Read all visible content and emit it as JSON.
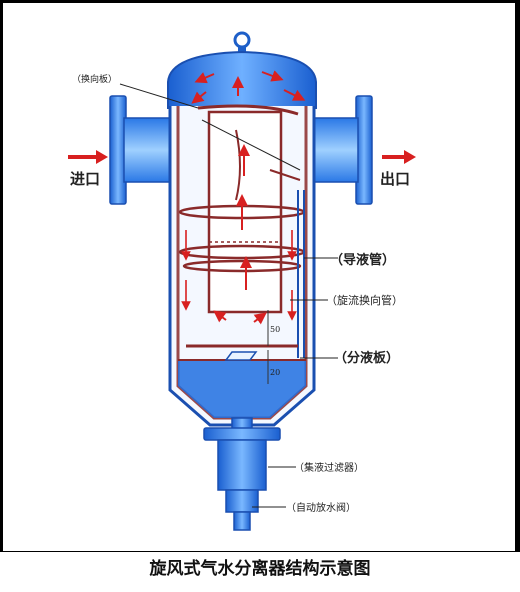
{
  "labels": {
    "deflector": "（换向板）",
    "inlet": "进口",
    "outlet": "出口",
    "liquid_guide_tube": "（导液管）",
    "swirl_reversing_tube": "（旋流换向管）",
    "liquid_separator_plate": "（分液板）",
    "liquid_collect_filter": "（集液过滤器）",
    "auto_drain_valve": "（自动放水阀）"
  },
  "dimensions": {
    "upper": "50",
    "lower": "20"
  },
  "caption": "旋风式气水分离器结构示意图",
  "colors": {
    "shell_blue": "#1e6fe0",
    "shell_light": "#78b4ff",
    "liquid_red": "#8a2a2a",
    "arrow_red": "#d82020"
  }
}
